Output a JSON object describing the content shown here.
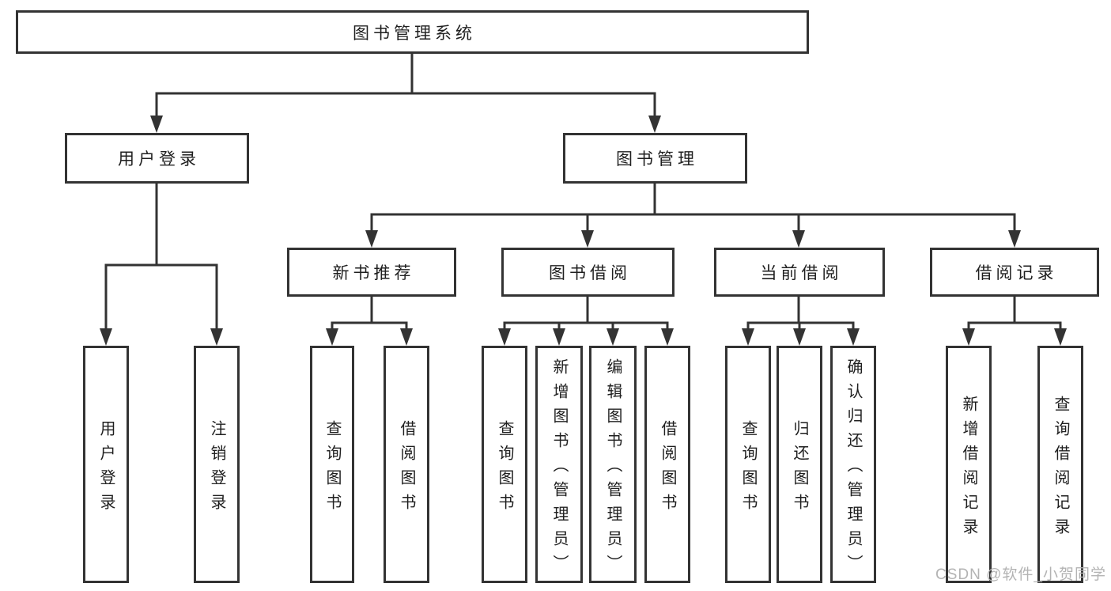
{
  "tree": {
    "root": "图书管理系统",
    "children": [
      {
        "label": "用户登录",
        "leaves": [
          "用户登录",
          "注销登录"
        ]
      },
      {
        "label": "图书管理",
        "children": [
          {
            "label": "新书推荐",
            "leaves": [
              "查询图书",
              "借阅图书"
            ]
          },
          {
            "label": "图书借阅",
            "leaves": [
              "查询图书",
              "新增图书（管理员）",
              "编辑图书（管理员）",
              "借阅图书"
            ]
          },
          {
            "label": "当前借阅",
            "leaves": [
              "查询图书",
              "归还图书",
              "确认归还（管理员）"
            ]
          },
          {
            "label": "借阅记录",
            "leaves": [
              "新增借阅记录",
              "查询借阅记录"
            ]
          }
        ]
      }
    ]
  },
  "watermark": "CSDN @软件_小贺同学",
  "colors": {
    "line": "#333333",
    "box_bg": "#ffffff",
    "text": "#1f1f1f",
    "watermark": "#b3b3b3"
  }
}
